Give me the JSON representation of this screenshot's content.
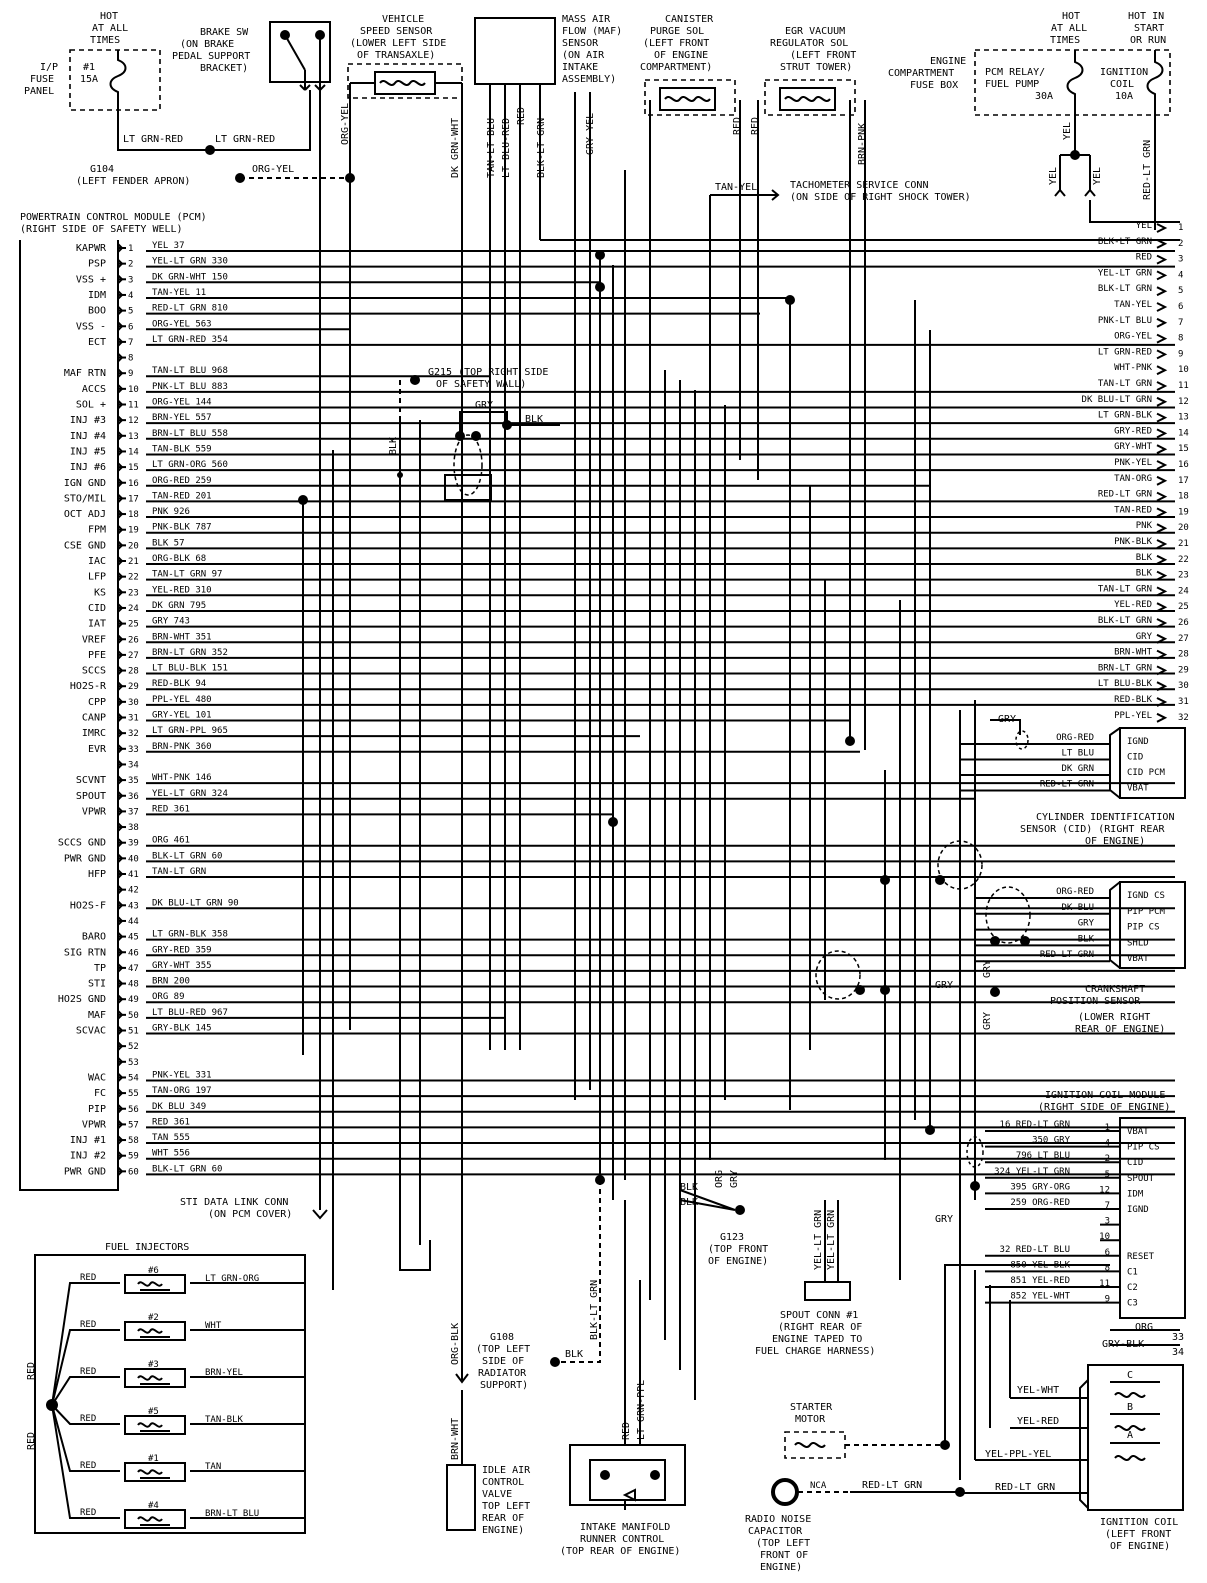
{
  "labels": {
    "hot_at_all_times_left": "HOT AT ALL TIMES",
    "ip_fuse_panel": "I/P FUSE PANEL",
    "fuse_1": "#1",
    "fuse_1_amp": "15A",
    "brake_sw": "BRAKE SW (ON BRAKE PEDAL SUPPORT BRACKET)",
    "vss": "VEHICLE SPEED SENSOR (LOWER LEFT SIDE OF TRANSAXLE)",
    "maf_sensor": "MASS AIR FLOW (MAF) SENSOR (ON AIR INTAKE ASSEMBLY)",
    "canister_sol": "CANISTER PURGE SOL (LEFT FRONT OF ENGINE COMPARTMENT)",
    "egr_sol": "EGR VACUUM REGULATOR SOL (LEFT FRONT STRUT TOWER)",
    "hot_at_all_times_right": "HOT AT ALL TIMES",
    "hot_in_start": "HOT IN START OR RUN",
    "engine_fuse_box": "ENGINE COMPARTMENT FUSE BOX",
    "pcm_relay": "PCM RELAY/ FUEL PUMP",
    "pcm_relay_amp": "30A",
    "ignition_coil_fuse": "IGNITION COIL",
    "ignition_coil_fuse_amp": "10A",
    "g104": "G104 (LEFT FENDER APRON)",
    "tach_conn": "TACHOMETER SERVICE CONN (ON SIDE OF RIGHT SHOCK TOWER)",
    "pcm_title": "POWERTRAIN CONTROL MODULE (PCM) (RIGHT SIDE OF SAFETY WELL)",
    "g215": "G215 (TOP RIGHT SIDE OF SAFETY WALL)",
    "cid_sensor": "CYLINDER IDENTIFICATION SENSOR (CID) (RIGHT REAR OF ENGINE)",
    "ckp_sensor": "CRANKSHAFT POSITION SENSOR (LOWER RIGHT REAR OF ENGINE)",
    "icm_title": "IGNITION COIL MODULE (RIGHT SIDE OF ENGINE)",
    "sti_conn": "STI DATA LINK CONN (ON PCM COVER)",
    "g123": "G123 (TOP FRONT OF ENGINE)",
    "spout_conn": "SPOUT CONN #1 (RIGHT REAR OF ENGINE TAPED TO FUEL CHARGE HARNESS)",
    "fuel_injectors": "FUEL INJECTORS",
    "g108": "G108 (TOP LEFT SIDE OF RADIATOR SUPPORT)",
    "iac_valve": "IDLE AIR CONTROL VALVE TOP LEFT REAR OF ENGINE)",
    "imrc": "INTAKE MANIFOLD RUNNER CONTROL (TOP REAR OF ENGINE)",
    "starter_motor": "STARTER MOTOR",
    "radio_cap": "RADIO NOISE CAPACITOR (TOP LEFT FRONT OF ENGINE)",
    "nca": "NCA",
    "ignition_coil": "IGNITION COIL (LEFT FRONT OF ENGINE)"
  },
  "pcm_pins": [
    {
      "n": "1",
      "f": "KAPWR",
      "w": "YEL 37"
    },
    {
      "n": "2",
      "f": "PSP",
      "w": "YEL-LT GRN 330"
    },
    {
      "n": "3",
      "f": "VSS +",
      "w": "DK GRN-WHT 150"
    },
    {
      "n": "4",
      "f": "IDM",
      "w": "TAN-YEL 11"
    },
    {
      "n": "5",
      "f": "BOO",
      "w": "RED-LT GRN 810"
    },
    {
      "n": "6",
      "f": "VSS -",
      "w": "ORG-YEL 563"
    },
    {
      "n": "7",
      "f": "ECT",
      "w": "LT GRN-RED 354"
    },
    {
      "n": "8",
      "f": "",
      "w": ""
    },
    {
      "n": "9",
      "f": "MAF RTN",
      "w": "TAN-LT BLU 968"
    },
    {
      "n": "10",
      "f": "ACCS",
      "w": "PNK-LT BLU 883"
    },
    {
      "n": "11",
      "f": "SOL +",
      "w": "ORG-YEL 144"
    },
    {
      "n": "12",
      "f": "INJ #3",
      "w": "BRN-YEL 557"
    },
    {
      "n": "13",
      "f": "INJ #4",
      "w": "BRN-LT BLU 558"
    },
    {
      "n": "14",
      "f": "INJ #5",
      "w": "TAN-BLK 559"
    },
    {
      "n": "15",
      "f": "INJ #6",
      "w": "LT GRN-ORG 560"
    },
    {
      "n": "16",
      "f": "IGN GND",
      "w": "ORG-RED 259"
    },
    {
      "n": "17",
      "f": "STO/MIL",
      "w": "TAN-RED 201"
    },
    {
      "n": "18",
      "f": "OCT ADJ",
      "w": "PNK 926"
    },
    {
      "n": "19",
      "f": "FPM",
      "w": "PNK-BLK 787"
    },
    {
      "n": "20",
      "f": "CSE GND",
      "w": "BLK 57"
    },
    {
      "n": "21",
      "f": "IAC",
      "w": "ORG-BLK 68"
    },
    {
      "n": "22",
      "f": "LFP",
      "w": "TAN-LT GRN 97"
    },
    {
      "n": "23",
      "f": "KS",
      "w": "YEL-RED 310"
    },
    {
      "n": "24",
      "f": "CID",
      "w": "DK GRN 795"
    },
    {
      "n": "25",
      "f": "IAT",
      "w": "GRY 743"
    },
    {
      "n": "26",
      "f": "VREF",
      "w": "BRN-WHT 351"
    },
    {
      "n": "27",
      "f": "PFE",
      "w": "BRN-LT GRN 352"
    },
    {
      "n": "28",
      "f": "SCCS",
      "w": "LT BLU-BLK 151"
    },
    {
      "n": "29",
      "f": "HO2S-R",
      "w": "RED-BLK 94"
    },
    {
      "n": "30",
      "f": "CPP",
      "w": "PPL-YEL 480"
    },
    {
      "n": "31",
      "f": "CANP",
      "w": "GRY-YEL 101"
    },
    {
      "n": "32",
      "f": "IMRC",
      "w": "LT GRN-PPL 965"
    },
    {
      "n": "33",
      "f": "EVR",
      "w": "BRN-PNK 360"
    },
    {
      "n": "34",
      "f": "",
      "w": ""
    },
    {
      "n": "35",
      "f": "SCVNT",
      "w": "WHT-PNK 146"
    },
    {
      "n": "36",
      "f": "SPOUT",
      "w": "YEL-LT GRN 324"
    },
    {
      "n": "37",
      "f": "VPWR",
      "w": "RED 361"
    },
    {
      "n": "38",
      "f": "",
      "w": ""
    },
    {
      "n": "39",
      "f": "SCCS GND",
      "w": "ORG 461"
    },
    {
      "n": "40",
      "f": "PWR GND",
      "w": "BLK-LT GRN 60"
    },
    {
      "n": "41",
      "f": "HFP",
      "w": "TAN-LT GRN"
    },
    {
      "n": "42",
      "f": "",
      "w": ""
    },
    {
      "n": "43",
      "f": "HO2S-F",
      "w": "DK BLU-LT GRN 90"
    },
    {
      "n": "44",
      "f": "",
      "w": ""
    },
    {
      "n": "45",
      "f": "BARO",
      "w": "LT GRN-BLK 358"
    },
    {
      "n": "46",
      "f": "SIG RTN",
      "w": "GRY-RED 359"
    },
    {
      "n": "47",
      "f": "TP",
      "w": "GRY-WHT 355"
    },
    {
      "n": "48",
      "f": "STI",
      "w": "BRN 200"
    },
    {
      "n": "49",
      "f": "HO2S GND",
      "w": "ORG 89"
    },
    {
      "n": "50",
      "f": "MAF",
      "w": "LT BLU-RED 967"
    },
    {
      "n": "51",
      "f": "SCVAC",
      "w": "GRY-BLK 145"
    },
    {
      "n": "52",
      "f": "",
      "w": ""
    },
    {
      "n": "53",
      "f": "",
      "w": ""
    },
    {
      "n": "54",
      "f": "WAC",
      "w": "PNK-YEL 331"
    },
    {
      "n": "55",
      "f": "FC",
      "w": "TAN-ORG 197"
    },
    {
      "n": "56",
      "f": "PIP",
      "w": "DK BLU 349"
    },
    {
      "n": "57",
      "f": "VPWR",
      "w": "RED 361"
    },
    {
      "n": "58",
      "f": "INJ #1",
      "w": "TAN 555"
    },
    {
      "n": "59",
      "f": "INJ #2",
      "w": "WHT 556"
    },
    {
      "n": "60",
      "f": "PWR GND",
      "w": "BLK-LT GRN 60"
    }
  ],
  "right_connector": [
    {
      "n": "1",
      "c": "YEL"
    },
    {
      "n": "2",
      "c": "BLK-LT GRN"
    },
    {
      "n": "3",
      "c": "RED"
    },
    {
      "n": "4",
      "c": "YEL-LT GRN"
    },
    {
      "n": "5",
      "c": "BLK-LT GRN"
    },
    {
      "n": "6",
      "c": "TAN-YEL"
    },
    {
      "n": "7",
      "c": "PNK-LT BLU"
    },
    {
      "n": "8",
      "c": "ORG-YEL"
    },
    {
      "n": "9",
      "c": "LT GRN-RED"
    },
    {
      "n": "10",
      "c": "WHT-PNK"
    },
    {
      "n": "11",
      "c": "TAN-LT GRN"
    },
    {
      "n": "12",
      "c": "DK BLU-LT GRN"
    },
    {
      "n": "13",
      "c": "LT GRN-BLK"
    },
    {
      "n": "14",
      "c": "GRY-RED"
    },
    {
      "n": "15",
      "c": "GRY-WHT"
    },
    {
      "n": "16",
      "c": "PNK-YEL"
    },
    {
      "n": "17",
      "c": "TAN-ORG"
    },
    {
      "n": "18",
      "c": "RED-LT GRN"
    },
    {
      "n": "19",
      "c": "TAN-RED"
    },
    {
      "n": "20",
      "c": "PNK"
    },
    {
      "n": "21",
      "c": "PNK-BLK"
    },
    {
      "n": "22",
      "c": "BLK"
    },
    {
      "n": "23",
      "c": "BLK"
    },
    {
      "n": "24",
      "c": "TAN-LT GRN"
    },
    {
      "n": "25",
      "c": "YEL-RED"
    },
    {
      "n": "26",
      "c": "BLK-LT GRN"
    },
    {
      "n": "27",
      "c": "GRY"
    },
    {
      "n": "28",
      "c": "BRN-WHT"
    },
    {
      "n": "29",
      "c": "BRN-LT GRN"
    },
    {
      "n": "30",
      "c": "LT BLU-BLK"
    },
    {
      "n": "31",
      "c": "RED-BLK"
    },
    {
      "n": "32",
      "c": "PPL-YEL"
    }
  ],
  "cid_pins": [
    "IGND",
    "CID",
    "CID PCM",
    "VBAT"
  ],
  "cid_wires": [
    "ORG-RED",
    "LT BLU",
    "DK GRN",
    "RED-LT GRN"
  ],
  "ckp_pins": [
    "IGND CS",
    "PIP PCM",
    "PIP CS",
    "SHLD",
    "VBAT"
  ],
  "ckp_wires": [
    "ORG-RED",
    "DK BLU",
    "GRY",
    "BLK",
    "RED-LT GRN"
  ],
  "icm_pins": [
    {
      "p": "1",
      "f": "VBAT",
      "w": "16 RED-LT GRN"
    },
    {
      "p": "4",
      "f": "PIP CS",
      "w": "350 GRY"
    },
    {
      "p": "2",
      "f": "CID",
      "w": "796 LT BLU"
    },
    {
      "p": "5",
      "f": "SPOUT",
      "w": "324 YEL-LT GRN"
    },
    {
      "p": "12",
      "f": "IDM",
      "w": "395 GRY-ORG"
    },
    {
      "p": "7",
      "f": "IGND",
      "w": "259 ORG-RED"
    },
    {
      "p": "3",
      "f": "",
      "w": ""
    },
    {
      "p": "10",
      "f": "",
      "w": ""
    },
    {
      "p": "6",
      "f": "RESET",
      "w": "32 RED-LT BLU"
    },
    {
      "p": "8",
      "f": "C1",
      "w": "850 YEL-BLK"
    },
    {
      "p": "11",
      "f": "C2",
      "w": "851 YEL-RED"
    },
    {
      "p": "9",
      "f": "C3",
      "w": "852 YEL-WHT"
    }
  ],
  "injectors": [
    {
      "id": "#6",
      "w": "LT GRN-ORG"
    },
    {
      "id": "#2",
      "w": "WHT"
    },
    {
      "id": "#3",
      "w": "BRN-YEL"
    },
    {
      "id": "#5",
      "w": "TAN-BLK"
    },
    {
      "id": "#1",
      "w": "TAN"
    },
    {
      "id": "#4",
      "w": "BRN-LT BLU"
    }
  ],
  "misc": {
    "lt_grn_red": "LT GRN-RED",
    "org_yel": "ORG-YEL",
    "dk_grn_wht": "DK GRN-WHT",
    "tan_lt_blu": "TAN-LT BLU",
    "lt_blu_red": "LT BLU-RED",
    "red": "RED",
    "blk_lt_grn": "BLK-LT GRN",
    "gry_yel": "GRY-YEL",
    "brn_pnk": "BRN-PNK",
    "yel": "YEL",
    "red_lt_grn": "RED-LT GRN",
    "tan_yel": "TAN-YEL",
    "gry": "GRY",
    "blk": "BLK",
    "org": "ORG",
    "gry_blk": "GRY-BLK",
    "org_blk": "ORG-BLK",
    "brn_wht": "BRN-WHT",
    "lt_grn_ppl": "LT GRN-PPL",
    "yel_lt_grn": "YEL-LT GRN",
    "yel_wht": "YEL-WHT",
    "yel_red": "YEL-RED",
    "yel_ppl_yel": "YEL-PPL-YEL",
    "coil_a": "A",
    "coil_b": "B",
    "coil_c": "C",
    "pin33": "33",
    "pin34": "34"
  }
}
